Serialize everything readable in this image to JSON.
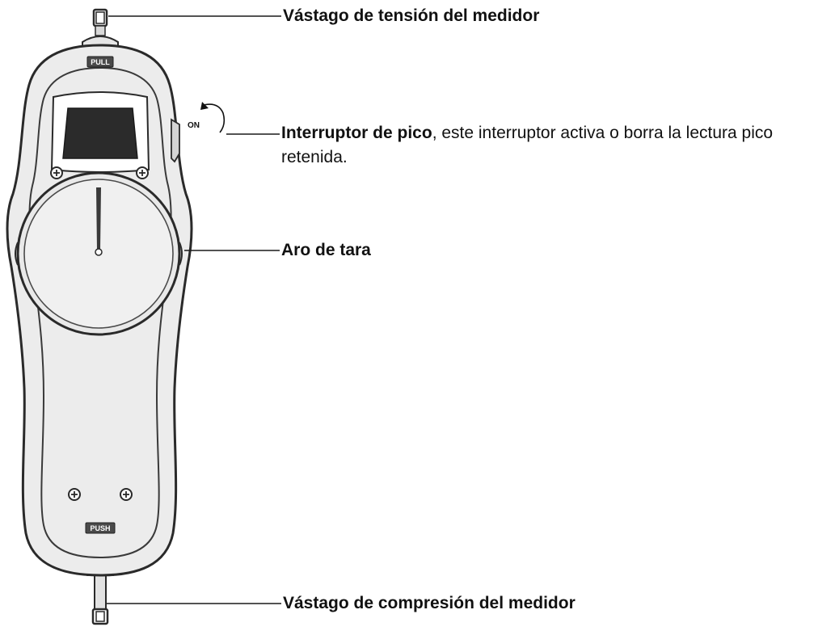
{
  "device": {
    "top_plate_label": "PULL",
    "bottom_plate_label": "PUSH",
    "switch_label": "ON"
  },
  "callouts": {
    "tension_shaft": "Vástago de tensión del medidor",
    "peak_switch_bold": "Interruptor de pico",
    "peak_switch_rest": ", este interruptor activa o borra la lectura pico retenida.",
    "tare_ring": "Aro de tara",
    "compression_shaft": "Vástago de compresión del medidor"
  }
}
